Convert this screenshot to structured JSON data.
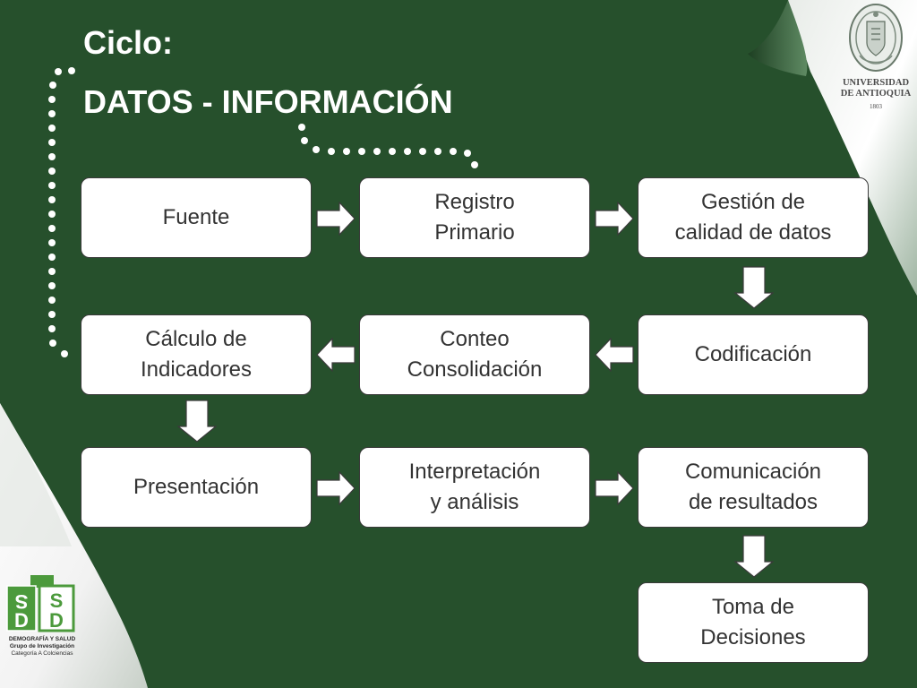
{
  "title": {
    "line1": "Ciclo:",
    "line2": "DATOS - INFORMACIÓN"
  },
  "boxes": {
    "fuente": "Fuente",
    "registro": "Registro\nPrimario",
    "gestion": "Gestión de\ncalidad de datos",
    "codificacion": "Codificación",
    "conteo": "Conteo\nConsolidación",
    "calculo": "Cálculo de\nIndicadores",
    "presentacion": "Presentación",
    "interpretacion": "Interpretación\ny análisis",
    "comunicacion": "Comunicación\nde resultados",
    "toma": "Toma de\nDecisiones"
  },
  "logos": {
    "university_line1": "UNIVERSIDAD",
    "university_line2": "DE ANTIOQUIA",
    "university_year": "1803",
    "group_line1": "DEMOGRAFÍA Y SALUD",
    "group_line2": "Grupo de Investigación",
    "group_line3": "Categoría A Colciencias"
  },
  "colors": {
    "background": "#26502c",
    "box_fill": "#ffffff",
    "box_text": "#333333",
    "title_text": "#ffffff",
    "logo_green": "#4c9a3c"
  }
}
